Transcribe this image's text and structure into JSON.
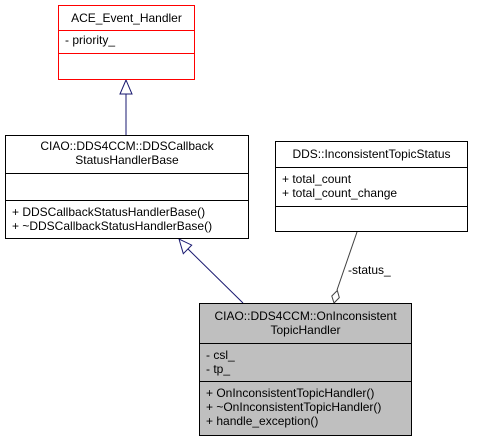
{
  "classes": {
    "ace_event_handler": {
      "name": "ACE_Event_Handler",
      "attributes": [
        "- priority_"
      ],
      "operations": []
    },
    "dds_callback_base": {
      "name_line1": "CIAO::DDS4CCM::DDSCallback",
      "name_line2": "StatusHandlerBase",
      "attributes": [],
      "operations": [
        "+ DDSCallbackStatusHandlerBase()",
        "+ ~DDSCallbackStatusHandlerBase()"
      ]
    },
    "inconsistent_topic_status": {
      "name": "DDS::InconsistentTopicStatus",
      "attributes": [
        "+ total_count",
        "+ total_count_change"
      ],
      "operations": []
    },
    "on_inconsistent_topic_handler": {
      "name_line1": "CIAO::DDS4CCM::OnInconsistent",
      "name_line2": "TopicHandler",
      "attributes": [
        "- csl_",
        "- tp_"
      ],
      "operations": [
        "+ OnInconsistentTopicHandler()",
        "+ ~OnInconsistentTopicHandler()",
        "+ handle_exception()"
      ]
    }
  },
  "relations": {
    "status_label": "-status_"
  },
  "colors": {
    "inheritance_line": "#191970",
    "association_line": "#404040",
    "root_border": "#ff0000",
    "highlight_fill": "#bfbfbf"
  }
}
